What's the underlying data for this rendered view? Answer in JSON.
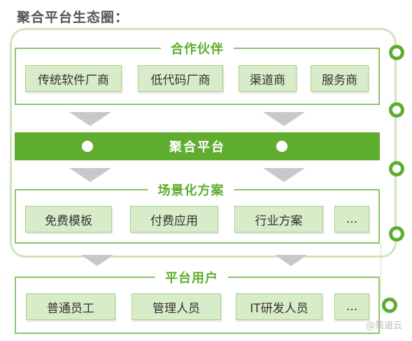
{
  "title": "聚合平台生态圈：",
  "partners": {
    "title": "合作伙伴",
    "items": [
      "传统软件厂商",
      "低代码厂商",
      "渠道商",
      "服务商"
    ]
  },
  "platform": {
    "label": "聚合平台"
  },
  "scenarios": {
    "title": "场景化方案",
    "items": [
      "免费模板",
      "付费应用",
      "行业方案",
      "..."
    ]
  },
  "users": {
    "title": "平台用户",
    "items": [
      "普通员工",
      "管理人员",
      "IT研发人员",
      "..."
    ]
  },
  "watermark": "@简道云",
  "colors": {
    "accent": "#5fad2f",
    "chip_fill": "#d9ecc9",
    "chip_border": "#a8d48a",
    "outer_border": "#cfe5bf",
    "arrow": "#c8c8c8"
  }
}
